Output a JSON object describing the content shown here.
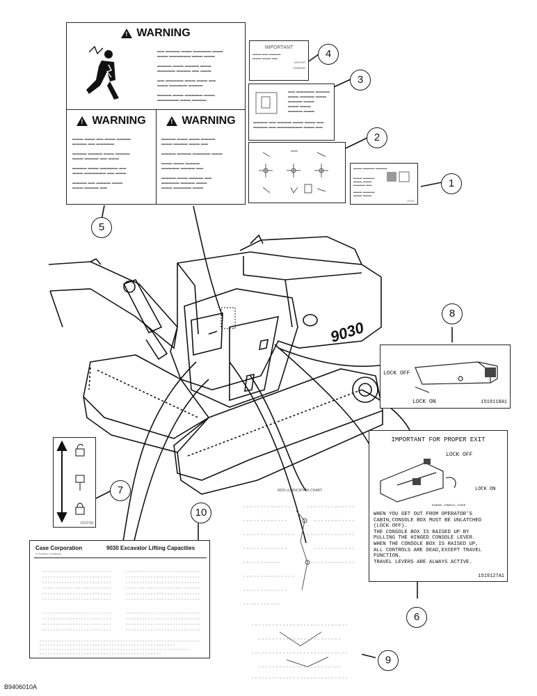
{
  "figure_id": "B9406010A",
  "callouts": [
    "1",
    "2",
    "3",
    "4",
    "5",
    "6",
    "7",
    "8",
    "9",
    "10"
  ],
  "decal_5": {
    "warning_top": "WARNING",
    "warning_left": "WARNING",
    "warning_right": "WARNING"
  },
  "decal_4": {
    "title": "IMPORTANT",
    "words": [
      "WINTER",
      "SUMMER"
    ]
  },
  "decal_1": {
    "part_no": "15191"
  },
  "decal_8": {
    "lock_off": "LOCK OFF",
    "lock_on": "LOCK ON",
    "part_no": "1519118A1"
  },
  "decal_6": {
    "title": "IMPORTANT FOR PROPER EXIT",
    "lock_off": "LOCK OFF",
    "lock_on": "LOCK ON",
    "lever_caption": "HINGED CONSOLE LEVER",
    "lines": [
      "WHEN YOU GET OUT FROM OPERATOR'S",
      "CABIN,CONSOLE BOX MUST BE UNLATCHED",
      "(LOCK OFF).",
      "THE CONSOLE BOX IS RAISED UP BY",
      "PULLING THE HINGED CONSOLE LEVER.",
      "WHEN THE CONSOLE BOX IS RAISED UP,",
      "ALL CONTROLS ARE DEAD,EXCEPT TRAVEL",
      "FUNCTION.",
      "TRAVEL LEVERS ARE ALWAYS ACTIVE."
    ],
    "part_no": "1519127A1"
  },
  "decal_7": {
    "part_no": "1519?A1"
  },
  "decal_9": {
    "title": "9030 LUBRICATION CHART"
  },
  "decal_10": {
    "company": "Case Corporation",
    "subtitle": "A Tenneco Company",
    "title": "9030 Excavator Lifting Capacities"
  },
  "machine": {
    "model": "9030"
  }
}
